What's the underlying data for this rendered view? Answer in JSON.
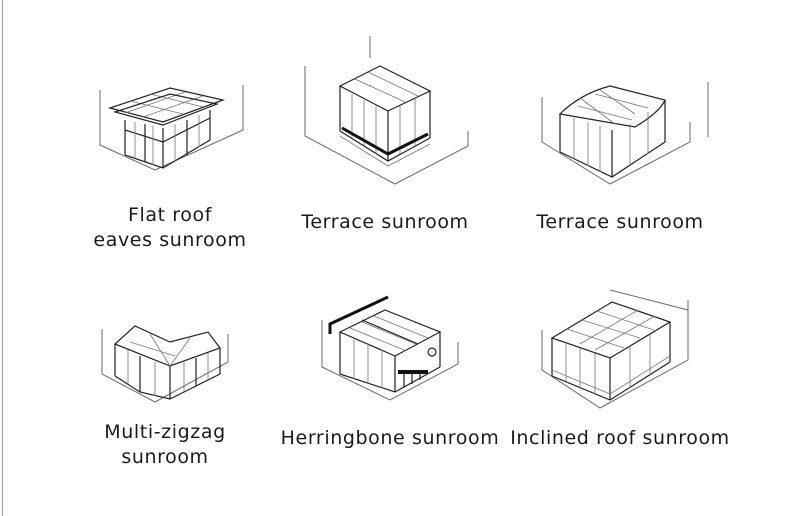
{
  "items": [
    {
      "icon": "flat-roof-eaves-sunroom-icon",
      "caption_lines": [
        "Flat roof",
        "eaves sunroom"
      ]
    },
    {
      "icon": "terrace-sunroom-icon",
      "caption_lines": [
        "Terrace sunroom"
      ]
    },
    {
      "icon": "terrace-sunroom-curved-icon",
      "caption_lines": [
        "Terrace sunroom"
      ]
    },
    {
      "icon": "multi-zigzag-sunroom-icon",
      "caption_lines": [
        "Multi-zigzag",
        "sunroom"
      ]
    },
    {
      "icon": "herringbone-sunroom-icon",
      "caption_lines": [
        "Herringbone sunroom"
      ]
    },
    {
      "icon": "inclined-roof-sunroom-icon",
      "caption_lines": [
        "Inclined roof sunroom"
      ]
    }
  ],
  "colors": {
    "background": "#ffffff",
    "line": "#222222",
    "text": "#1a1a1a"
  }
}
